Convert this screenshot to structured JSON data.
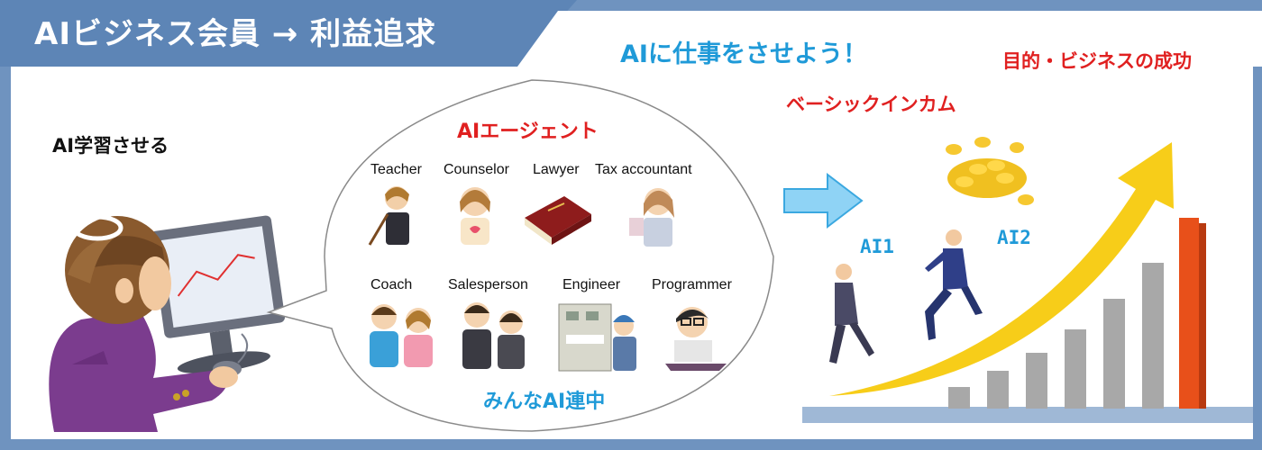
{
  "header": {
    "title": "AIビジネス会員 → 利益追求"
  },
  "slogan": "AIに仕事をさせよう！",
  "goal_label": "目的・ビジネスの成功",
  "basic_income_label": "ベーシックインカム",
  "ai_learning_label": "AI学習させる",
  "bubble": {
    "title": "AIエージェント",
    "roles_row1": [
      "Teacher",
      "Counselor",
      "Lawyer",
      "Tax accountant"
    ],
    "roles_row2": [
      "Coach",
      "Salesperson",
      "Engineer",
      "Programmer"
    ],
    "footer": "みんなAI連中"
  },
  "runners": {
    "ai1": "AI1",
    "ai2": "AI2"
  },
  "colors": {
    "background": "#6f93bf",
    "header_tab": "#5d85b6",
    "accent_blue": "#1f9ad8",
    "accent_red": "#e02020",
    "arrow_yellow": "#f6c800",
    "bar_orange": "#e8501a"
  },
  "icons": [
    "person-at-computer-icon",
    "speech-bubble-icon",
    "right-arrow-icon",
    "coin-pile-icon",
    "growth-arrow-icon",
    "bar-graph-icon"
  ]
}
